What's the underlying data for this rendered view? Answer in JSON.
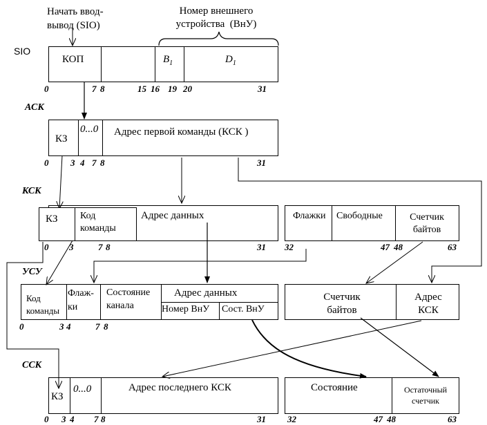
{
  "top": {
    "sio_cmd_label": "Начать ввод-\nвывод (SIO)",
    "device_number_label": "Номер внешнего\nустройства  (ВнУ)"
  },
  "sio": {
    "name": "SIO",
    "fields": {
      "kop": "КОП",
      "b": "B",
      "b_sub": "1",
      "d": "D",
      "d_sub": "1"
    },
    "bits": {
      "b0": "0",
      "b7": "7",
      "b8": "8",
      "b15": "15",
      "b16": "16",
      "b19": "19",
      "b20": "20",
      "b31": "31"
    }
  },
  "ask": {
    "name": "АСК",
    "fields": {
      "kz": "КЗ",
      "zeros": "0...0",
      "addr": "Адрес первой команды (КСК )"
    },
    "bits": {
      "b0": "0",
      "b3": "3",
      "b4": "4",
      "b7": "7",
      "b8": "8",
      "b31": "31"
    }
  },
  "ksk": {
    "name": "КСК",
    "fields": {
      "kz": "КЗ",
      "cmd_code": "Код\nкоманды",
      "data_addr": "Адрес данных",
      "flags": "Флажки",
      "free": "Свободные",
      "byte_counter": "Счетчик\nбайтов"
    },
    "bits": {
      "b0": "0",
      "b3": "3",
      "b7": "7",
      "b8": "8",
      "b31": "31",
      "b32": "32",
      "b47": "47",
      "b48": "48",
      "b63": "63"
    }
  },
  "usu": {
    "name": "УСУ",
    "fields": {
      "cmd_code": "Код\nкоманды",
      "flags": "Флаж-\nки",
      "chan_state": "Состояние\nканала",
      "data_addr": "Адрес данных",
      "dev_num": "Номер ВнУ",
      "dev_state": "Сост. ВнУ",
      "byte_counter": "Счетчик\nбайтов",
      "ksk_addr": "Адрес\nКСК"
    },
    "bits": {
      "b0": "0",
      "b3": "3",
      "b4": "4",
      "b7": "7",
      "b8": "8"
    }
  },
  "ssk": {
    "name": "ССК",
    "fields": {
      "kz": "КЗ",
      "zeros": "0...0",
      "last_addr": "Адрес последнего КСК",
      "state": "Состояние",
      "residual": "Остаточный\nсчетчик"
    },
    "bits": {
      "b0": "0",
      "b3": "3",
      "b4": "4",
      "b7": "7",
      "b8": "8",
      "b31": "31",
      "b32": "32",
      "b47": "47",
      "b48": "48",
      "b63": "63"
    }
  }
}
